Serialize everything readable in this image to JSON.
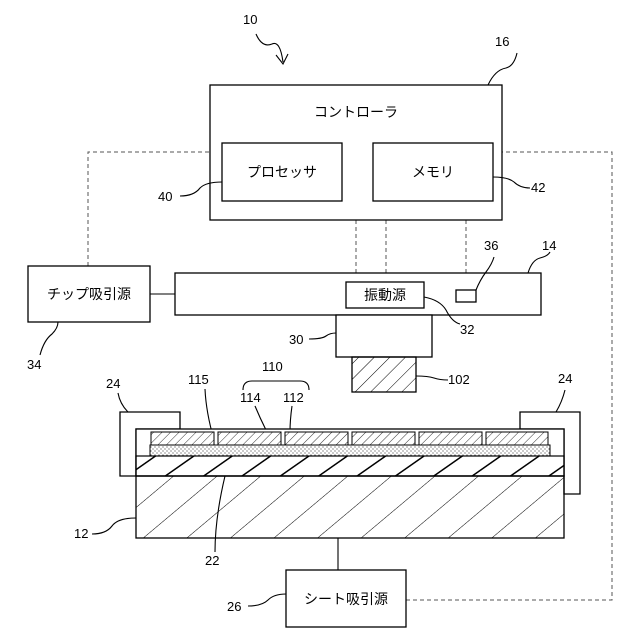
{
  "controller": {
    "title": "コントローラ",
    "ref": "16"
  },
  "processor": {
    "label": "プロセッサ",
    "ref": "40"
  },
  "memory": {
    "label": "メモリ",
    "ref": "42"
  },
  "system_ref": "10",
  "chip_suction": {
    "label": "チップ吸引源",
    "ref": "34"
  },
  "head": {
    "ref": "14"
  },
  "vibration": {
    "label": "振動源",
    "ref": "32"
  },
  "sensor": {
    "ref": "36"
  },
  "nozzle": {
    "ref": "30"
  },
  "chip": {
    "ref": "102"
  },
  "substrate_group": {
    "ref": "110",
    "left_ref": "114",
    "right_ref": "112"
  },
  "layer_ref": "115",
  "holder_left_ref": "24",
  "holder_right_ref": "24",
  "stage": {
    "ref": "12"
  },
  "sheet_ref": "22",
  "sheet_suction": {
    "label": "シート吸引源",
    "ref": "26"
  }
}
